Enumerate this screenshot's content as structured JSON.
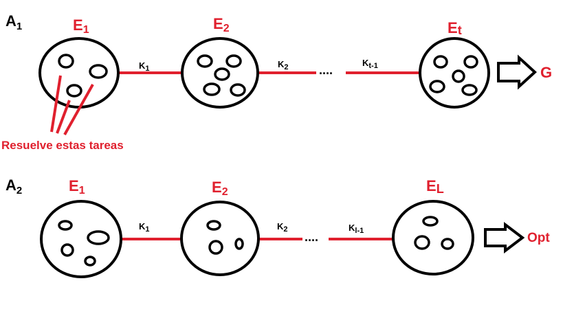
{
  "colors": {
    "accent_red": "#e0202e",
    "line": "#000000"
  },
  "row1": {
    "label_main": "A",
    "label_sub": "1",
    "stages": [
      {
        "main": "E",
        "sub": "1"
      },
      {
        "main": "E",
        "sub": "2"
      },
      {
        "main": "E",
        "sub": "t"
      }
    ],
    "edges": [
      {
        "main": "K",
        "sub": "1"
      },
      {
        "main": "K",
        "sub": "2"
      },
      {
        "main": "K",
        "sub": "t-1"
      }
    ],
    "dots": "....",
    "result": "G",
    "annotation": "Resuelve estas tareas"
  },
  "row2": {
    "label_main": "A",
    "label_sub": "2",
    "stages": [
      {
        "main": "E",
        "sub": "1"
      },
      {
        "main": "E",
        "sub": "2"
      },
      {
        "main": "E",
        "sub": "L"
      }
    ],
    "edges": [
      {
        "main": "K",
        "sub": "1"
      },
      {
        "main": "K",
        "sub": "2"
      },
      {
        "main": "K",
        "sub": "l-1"
      }
    ],
    "dots": "....",
    "result": "Opt"
  }
}
